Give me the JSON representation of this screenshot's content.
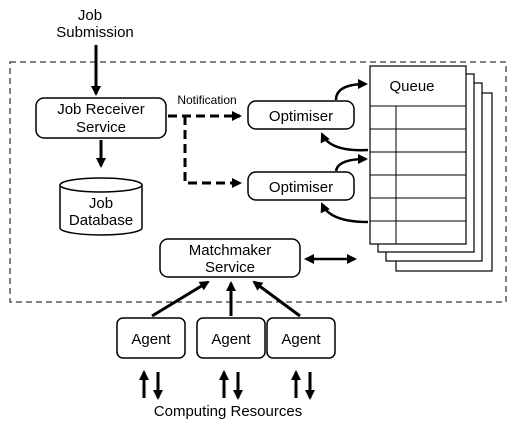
{
  "labels": {
    "job_submission": [
      "Job",
      "Submission"
    ],
    "job_receiver": [
      "Job Receiver",
      "Service"
    ],
    "notification": "Notification",
    "optimiser_1": "Optimiser",
    "optimiser_2": "Optimiser",
    "queue": "Queue",
    "job_database": [
      "Job",
      "Database"
    ],
    "matchmaker": [
      "Matchmaker",
      "Service"
    ],
    "agents": [
      "Agent",
      "Agent",
      "Agent"
    ],
    "computing_resources": "Computing Resources"
  }
}
